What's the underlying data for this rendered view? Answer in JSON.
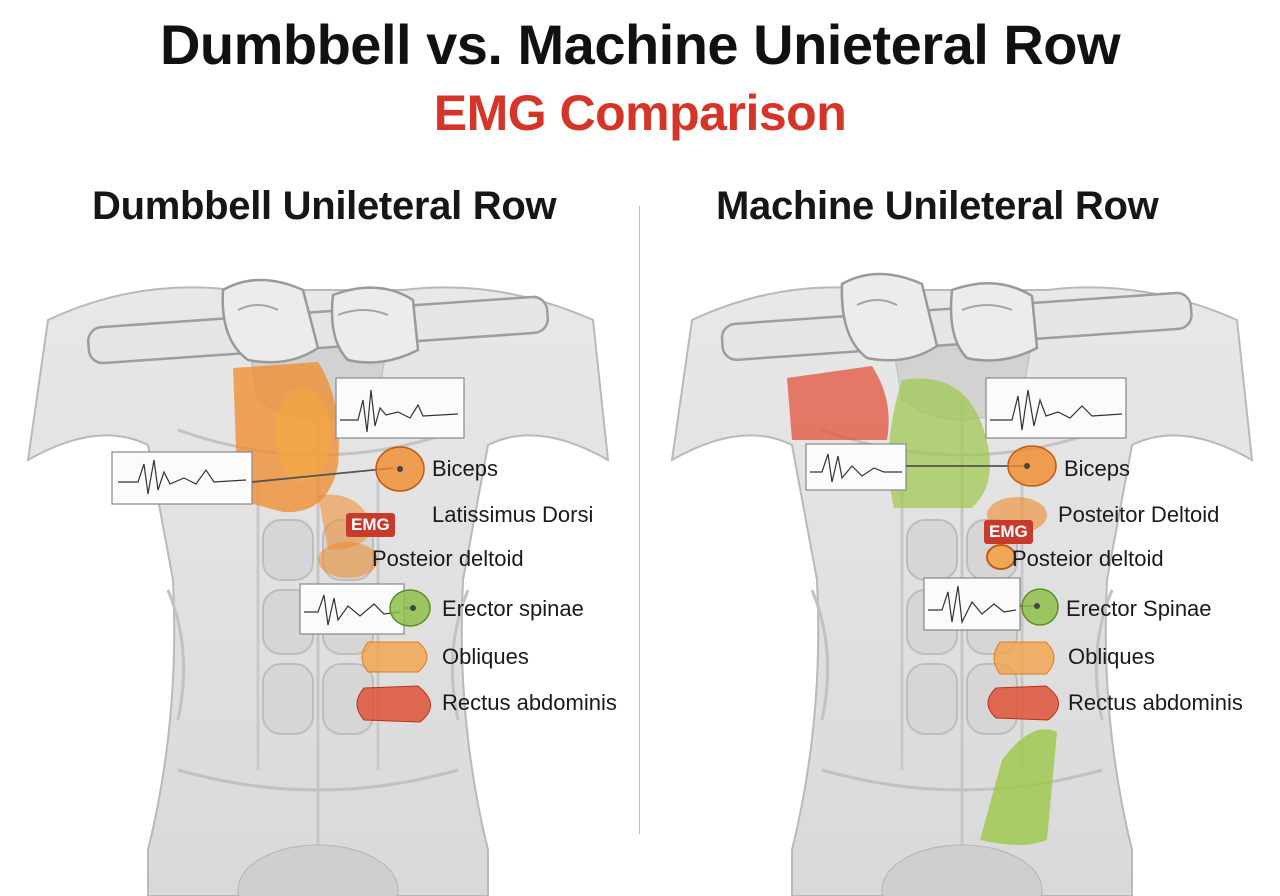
{
  "title": {
    "line1": "Dumbbell vs. Machine Unieteral Row",
    "line2": "EMG Comparison"
  },
  "colors": {
    "accent_red": "#d63427",
    "orange_highlight": "#f08a2a",
    "red_highlight": "#e0533a",
    "green_highlight": "#9cc84a",
    "body_gray": "#e2e2e2"
  },
  "panels": {
    "left": {
      "title": "Dumbbell Unileteral Row",
      "emg_badge": "EMG",
      "labels": [
        "Biceps",
        "Latissimus Dorsi",
        "Posteior deltoid",
        "Erector spinae",
        "Obliques",
        "Rectus abdominis"
      ]
    },
    "right": {
      "title": "Machine Unileteral Row",
      "emg_badge": "EMG",
      "labels": [
        "Biceps",
        "Posteitor Deltoid",
        "Posteior deltoid",
        "Erector Spinae",
        "Obliques",
        "Rectus abdominis"
      ]
    }
  }
}
